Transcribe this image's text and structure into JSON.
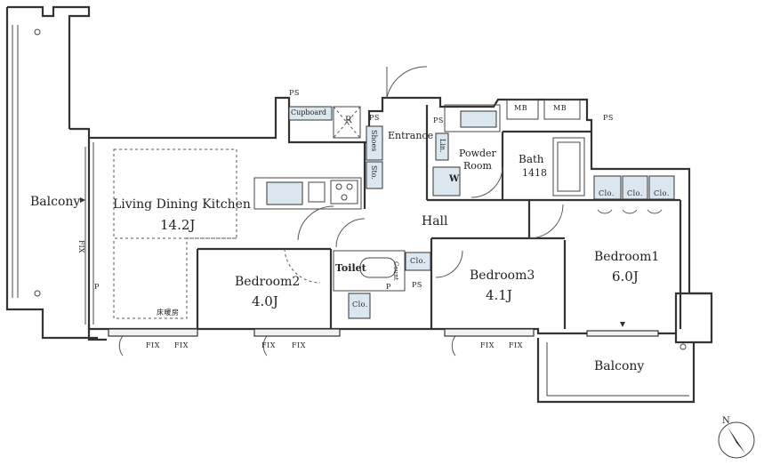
{
  "rooms": {
    "ldk_name": "Living Dining Kitchen",
    "ldk_size": "14.2J",
    "bedroom1_name": "Bedroom1",
    "bedroom1_size": "6.0J",
    "bedroom2_name": "Bedroom2",
    "bedroom2_size": "4.0J",
    "bedroom3_name": "Bedroom3",
    "bedroom3_size": "4.1J",
    "balcony_west": "Balcony",
    "balcony_south": "Balcony",
    "hall": "Hall",
    "entrance": "Entrance",
    "powder_room_1": "Powder",
    "powder_room_2": "Room",
    "bath": "Bath",
    "bath_size": "1418",
    "toilet": "Toilet"
  },
  "fixtures": {
    "cupboard": "Cupboard",
    "refrigerator": "R",
    "shoes": "Shoes",
    "storage": "Sto.",
    "linen": "Lin.",
    "washer": "W",
    "counter": "Count",
    "closet": "Clo.",
    "mb": "MB",
    "ps": "PS",
    "p": "P",
    "fix": "FIX",
    "floor_heating": "床暖房"
  },
  "compass": {
    "label": "N"
  }
}
